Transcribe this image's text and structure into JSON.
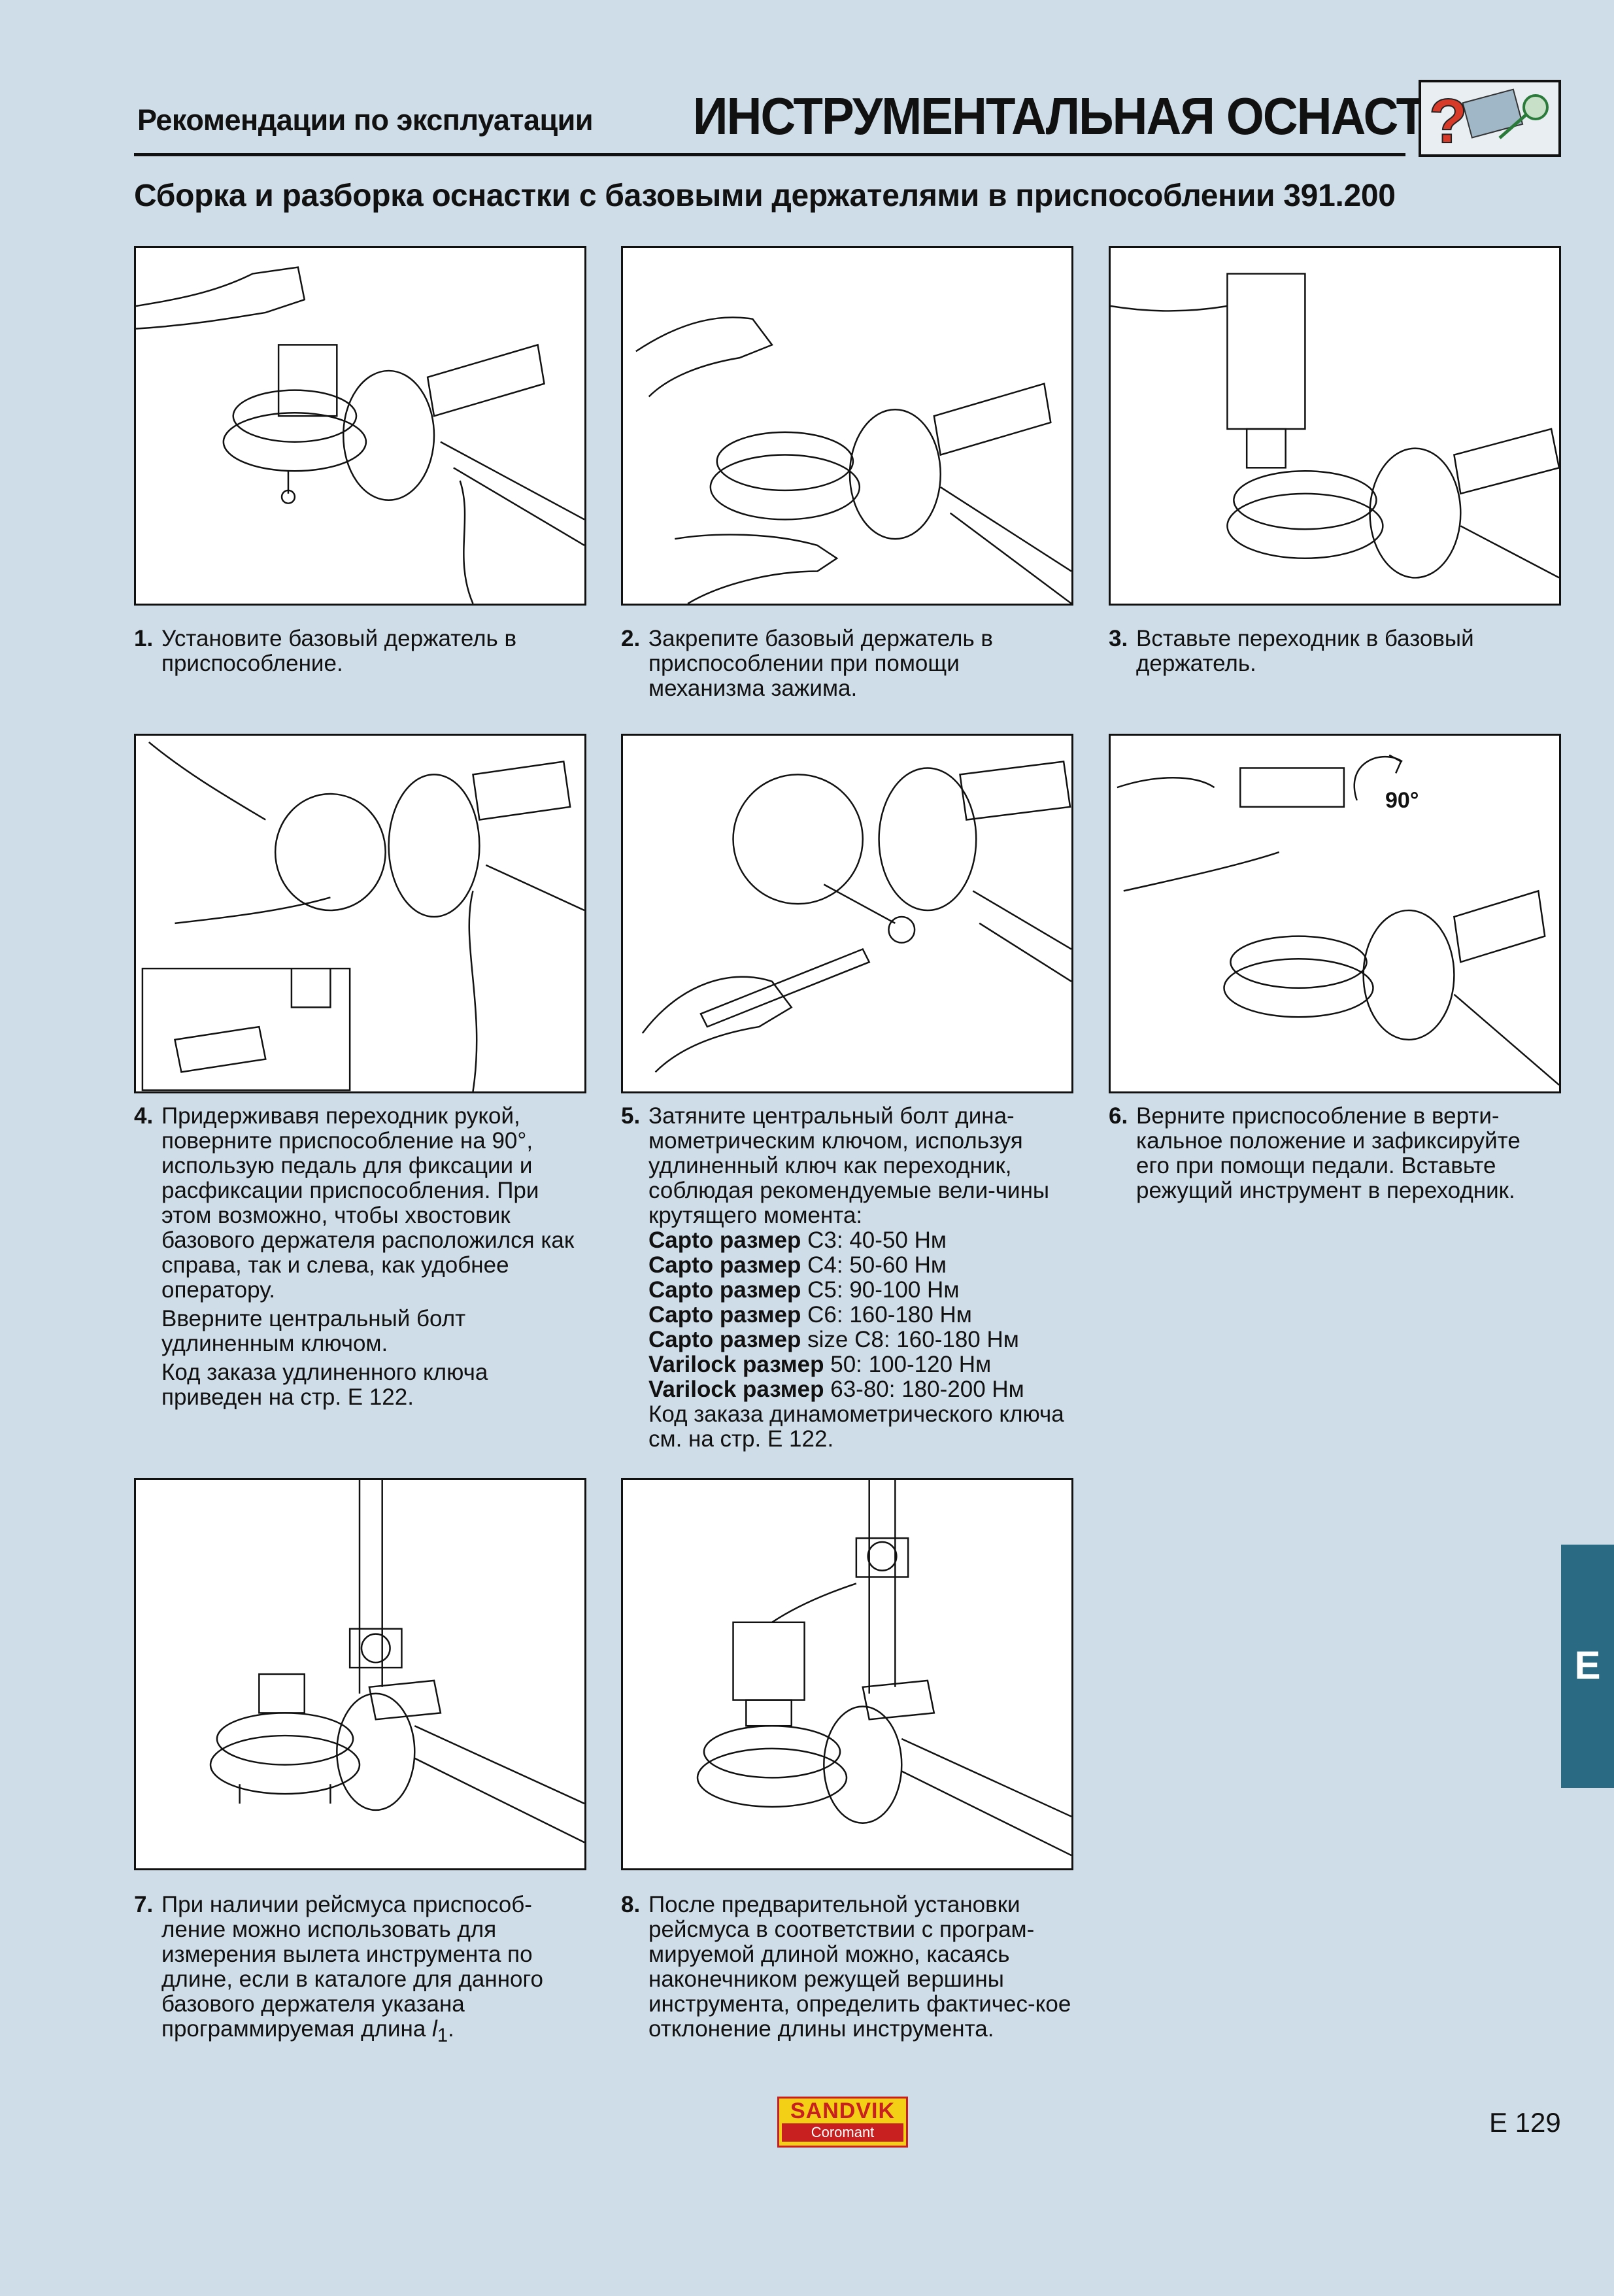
{
  "header": {
    "section": "Рекомендации по эксплуатации",
    "title": "ИНСТРУМЕНТАЛЬНАЯ ОСНАСТКА"
  },
  "subtitle": "Сборка и разборка оснастки с базовыми держателями в приспособлении 391.200",
  "steps": [
    {
      "num": "1.",
      "lines": [
        "Установите базовый держатель в приспособление."
      ]
    },
    {
      "num": "2.",
      "lines": [
        "Закрепите базовый держатель в приспособлении при помощи механизма зажима."
      ]
    },
    {
      "num": "3.",
      "lines": [
        "Вставьте переходник  в базовый держатель."
      ]
    },
    {
      "num": "4.",
      "lines": [
        "Придерживавя переходник рукой, поверните приспособление на 90°, использую педаль для фиксации и расфиксации приспособления. При этом возможно, чтобы хвостовик базового держателя расположился как справа, так и слева, как удобнее оператору.",
        "Вверните центральный болт удлиненным ключом.",
        "Код заказа удлиненного ключа приведен на стр. E 122."
      ]
    },
    {
      "num": "5.",
      "intro": "Затяните центральный болт дина-мометрическим ключом, используя удлиненный ключ как переходник, соблюдая рекомендуемые вели-чины крутящего момента:",
      "torques": [
        {
          "label": "Capto размер",
          "value": "C3: 40-50 Нм"
        },
        {
          "label": "Capto размер",
          "value": "C4: 50-60 Нм"
        },
        {
          "label": "Capto размер",
          "value": "C5: 90-100 Нм"
        },
        {
          "label": "Capto размер",
          "value": "C6: 160-180 Нм"
        },
        {
          "label": "Capto размер",
          "value": "size C8: 160-180 Нм"
        },
        {
          "label": "Varilock размер",
          "value": "50: 100-120 Нм"
        },
        {
          "label": "Varilock размер",
          "value": "63-80: 180-200 Нм"
        }
      ],
      "outro": "Код заказа динамометрического ключа см. на стр. E 122."
    },
    {
      "num": "6.",
      "lines": [
        "Верните приспособление в верти-кальное положение и зафиксируйте его при помощи педали. Вставьте режущий инструмент в переходник."
      ]
    },
    {
      "num": "7.",
      "lines": [
        "При наличии рейсмуса приспособ-ление можно использовать для измерения вылета инструмента по длине, если в каталоге для данного базового держателя указана программируемая длина"
      ],
      "italic": "l",
      "sub": "1",
      "tail": "."
    },
    {
      "num": "8.",
      "lines": [
        "После предварительной установки рейсмуса в соответствии с програм-мируемой длиной можно, касаясь наконечником режущей вершины инструмента, определить фактичес-кое отклонение длины инструмента."
      ]
    }
  ],
  "panel6_label": "90°",
  "side_tab": "E",
  "logo": {
    "line1": "SANDVIK",
    "line2": "Coromant"
  },
  "page_number": "E 129",
  "colors": {
    "background": "#cfdde8",
    "panel": "#ffffff",
    "tab": "#2a6a82",
    "logo_yellow": "#f3d016",
    "logo_red": "#c82020"
  }
}
